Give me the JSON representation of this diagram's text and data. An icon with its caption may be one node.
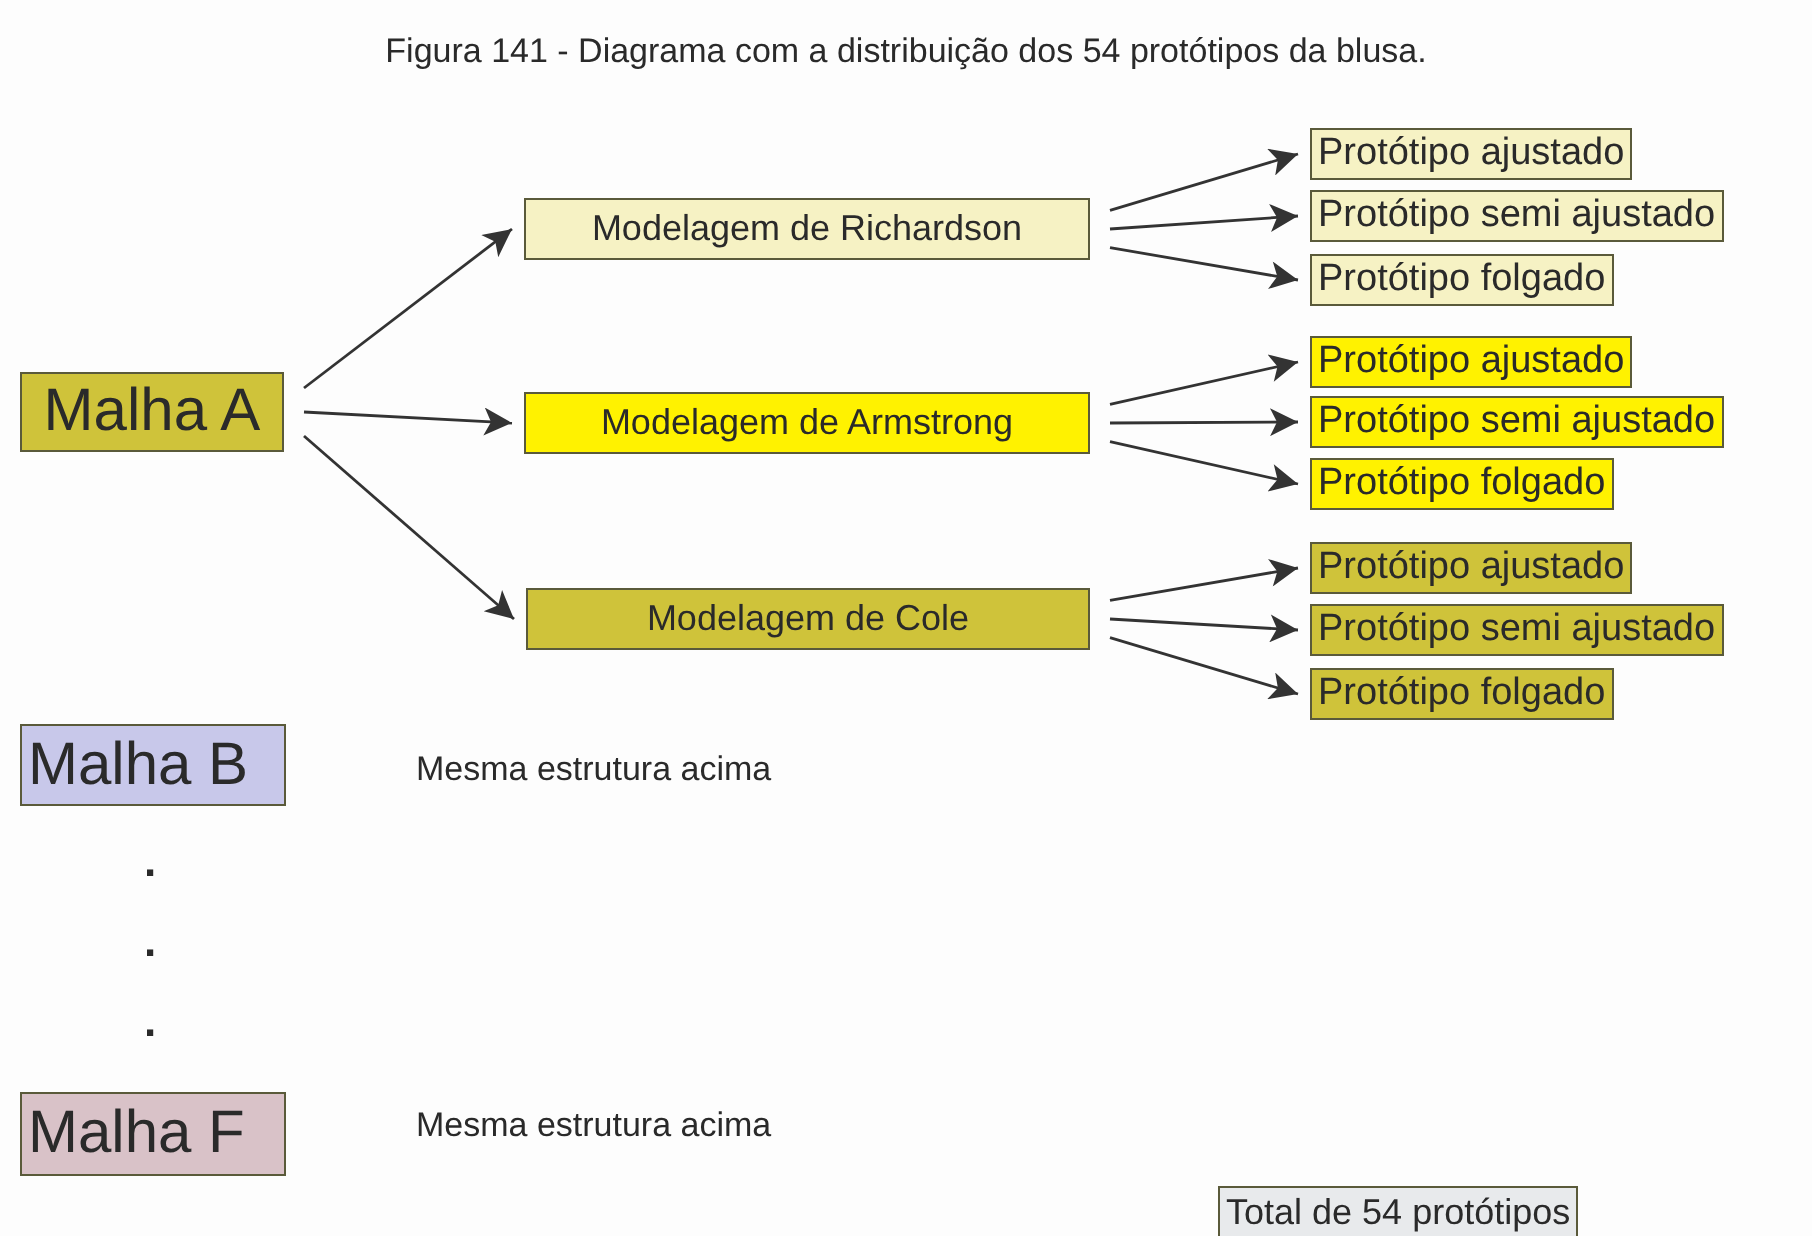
{
  "diagram": {
    "title": "Figura 141 - Diagrama com a distribuição dos 54 protótipos da blusa.",
    "nodes": [
      {
        "text": [
          "Malha A"
        ]
      },
      {
        "text": [
          "Modelagem de Richardson"
        ]
      },
      {
        "text": [
          "Modelagem de Armstrong"
        ]
      },
      {
        "text": [
          "Modelagem de Cole"
        ]
      },
      {
        "text": [
          "Protótipo ajustado"
        ]
      },
      {
        "text": [
          "Protótipo semi ajustado"
        ]
      },
      {
        "text": [
          "Protótipo folgado"
        ]
      },
      {
        "text": [
          "Protótipo ajustado"
        ]
      },
      {
        "text": [
          "Protótipo semi ajustado"
        ]
      },
      {
        "text": [
          "Protótipo folgado"
        ]
      },
      {
        "text": [
          "Protótipo ajustado"
        ]
      },
      {
        "text": [
          "Protótipo semi ajustado"
        ]
      },
      {
        "text": [
          "Protótipo folgado"
        ]
      },
      {
        "text": [
          "Malha B"
        ],
        "beside": [
          "Mesma estrutura acima"
        ]
      },
      {
        "text": [
          "Malha F"
        ],
        "beside": [
          "Mesma estrutura acima"
        ]
      },
      {
        "text": [
          "Total de 54 protótipos"
        ]
      }
    ],
    "edges": [
      {
        "from": 0,
        "to": 1,
        "arrow": "to"
      },
      {
        "from": 0,
        "to": 2,
        "arrow": "to"
      },
      {
        "from": 0,
        "to": 3,
        "arrow": "to"
      },
      {
        "from": 1,
        "to": 4,
        "arrow": "to"
      },
      {
        "from": 1,
        "to": 5,
        "arrow": "to"
      },
      {
        "from": 1,
        "to": 6,
        "arrow": "to"
      },
      {
        "from": 2,
        "to": 7,
        "arrow": "to"
      },
      {
        "from": 2,
        "to": 8,
        "arrow": "to"
      },
      {
        "from": 2,
        "to": 9,
        "arrow": "to"
      },
      {
        "from": 3,
        "to": 10,
        "arrow": "to"
      },
      {
        "from": 3,
        "to": 11,
        "arrow": "to"
      },
      {
        "from": 3,
        "to": 12,
        "arrow": "to"
      }
    ],
    "labels": [
      ".",
      ".",
      "."
    ]
  }
}
